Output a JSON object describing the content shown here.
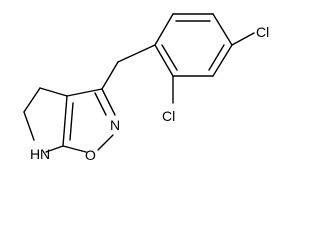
{
  "diagram": {
    "type": "chemical-structure",
    "atoms": {
      "cl_top": "Cl",
      "cl_bottom": "Cl",
      "n_ring": "N",
      "o_ring": "O",
      "nh": "H"
    },
    "colors": {
      "bond": "#000000",
      "label": "#000000",
      "background": "#ffffff"
    }
  }
}
